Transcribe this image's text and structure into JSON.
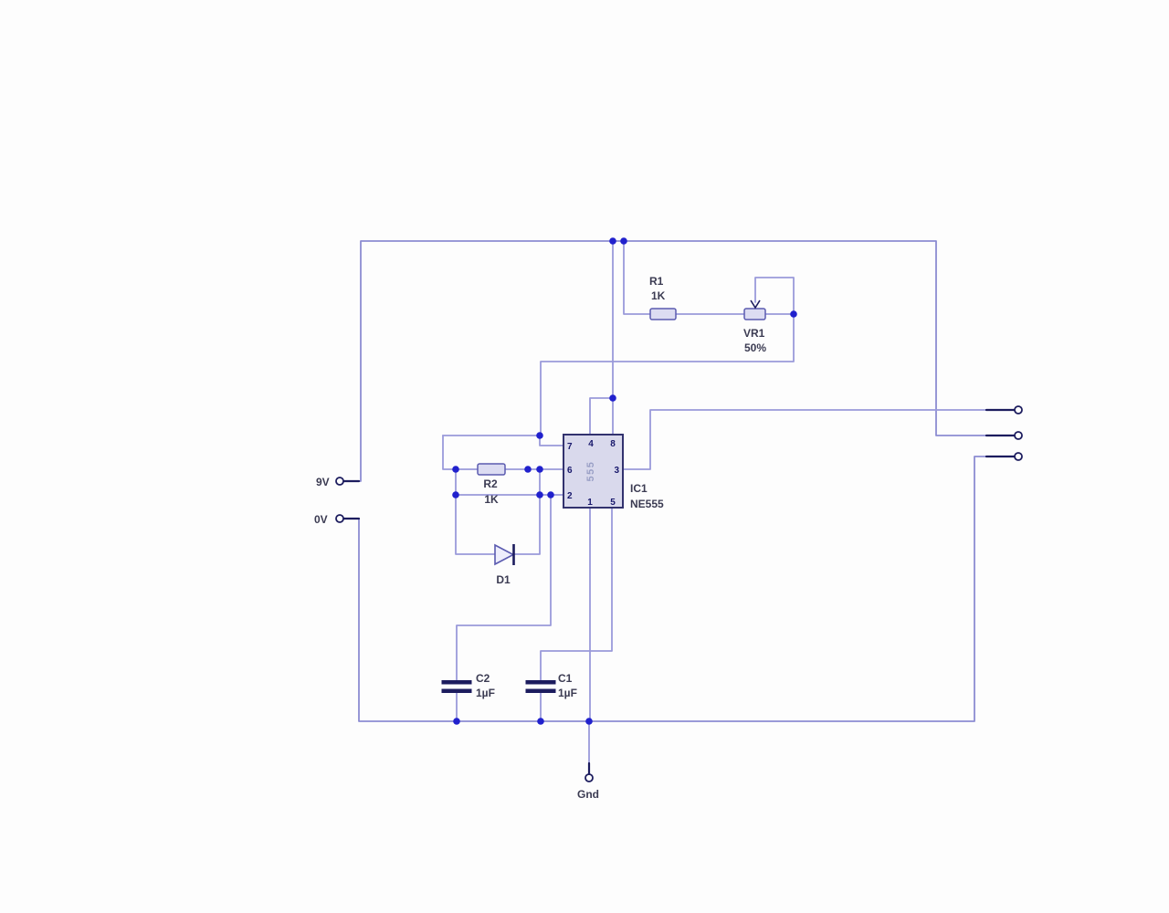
{
  "diagram": {
    "title_hint": "NE555 timer schematic",
    "components": {
      "r1": {
        "ref": "R1",
        "value": "1K"
      },
      "vr1": {
        "ref": "VR1",
        "value": "50%"
      },
      "r2": {
        "ref": "R2",
        "value": "1K"
      },
      "d1": {
        "ref": "D1"
      },
      "c1": {
        "ref": "C1",
        "value": "1µF"
      },
      "c2": {
        "ref": "C2",
        "value": "1µF"
      },
      "ic1": {
        "ref": "IC1",
        "part": "NE555",
        "chip_text": "555",
        "pins": {
          "p1": "1",
          "p2": "2",
          "p3": "3",
          "p4": "4",
          "p5": "5",
          "p6": "6",
          "p7": "7",
          "p8": "8"
        }
      }
    },
    "terminals": {
      "vplus": "9V",
      "vzero": "0V",
      "gnd": "Gnd"
    },
    "colors": {
      "wire": "#9a9ada",
      "wire2": "#8c8cd2",
      "lead": "#1c1c5e",
      "junction": "#2121cd",
      "compfill": "#dcdcf2",
      "compstroke": "#5b5bb0",
      "icfill": "#d9d9ec",
      "icstroke": "#32326e",
      "pincolor": "#17176b",
      "labelcolor": "#3b3b52",
      "chiptext": "#9aa0c6"
    }
  }
}
